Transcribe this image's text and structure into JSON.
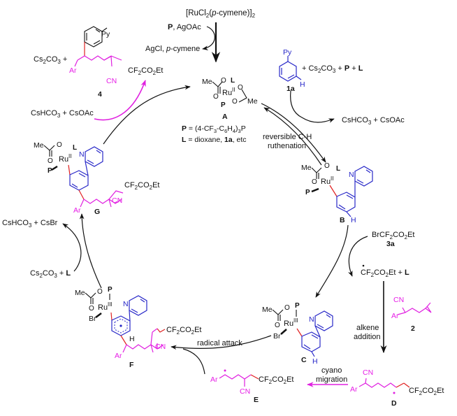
{
  "title": "Proposed catalytic cycle: Ru-catalyzed meta-C–H alkylation with cyano migration",
  "colors": {
    "black": "#111111",
    "magenta": "#e020e0",
    "blue": "#2828c8",
    "red": "#e02020"
  },
  "precatalyst": {
    "formula_prefix": "[RuCl",
    "sub2": "2",
    "formula_mid": "(",
    "pcymene": "p",
    "formula_suffix": "-cymene)]",
    "sub_dimer": "2",
    "reagents_P": "P",
    "reagents_rest": ", AgOAc",
    "byproducts_a": "AgCl, ",
    "byproducts_p": "p",
    "byproducts_b": "-cymene"
  },
  "legend": {
    "P_label": "P",
    "P_def": " = (4-CF",
    "P_sub3": "3",
    "P_def2": "-C",
    "P_sub6": "6",
    "P_def3": "H",
    "P_sub4": "4",
    "P_def4": ")",
    "P_sub3b": "3",
    "P_def5": "P",
    "L_label": "L",
    "L_def": " = dioxane, ",
    "L_1a": "1a",
    "L_etc": ", etc"
  },
  "species": {
    "A": {
      "label": "A",
      "metal": "Ru",
      "ox": "II",
      "ligands": [
        "Me",
        "O",
        "O",
        "L",
        "P",
        "O",
        "O",
        "Me"
      ]
    },
    "B": {
      "label": "B",
      "metal": "Ru",
      "ox": "II",
      "ligands": [
        "Me",
        "O",
        "O",
        "L",
        "P",
        "N",
        "H"
      ]
    },
    "C": {
      "label": "C",
      "metal": "Ru",
      "ox": "III",
      "ligands": [
        "Me",
        "O",
        "O",
        "P",
        "Br",
        "N",
        "H"
      ]
    },
    "D": {
      "label": "D",
      "groups": [
        "Ar",
        "CN",
        "CF2CO2Et"
      ]
    },
    "E": {
      "label": "E",
      "groups": [
        "Ar",
        "CN",
        "CF2CO2Et"
      ]
    },
    "F": {
      "label": "F",
      "metal": "Ru",
      "ox": "III",
      "ligands": [
        "Me",
        "O",
        "O",
        "P",
        "Br",
        "N",
        "H",
        "Ar",
        "CN",
        "CF2CO2Et"
      ]
    },
    "G": {
      "label": "G",
      "metal": "Ru",
      "ox": "II",
      "ligands": [
        "Me",
        "O",
        "O",
        "L",
        "P",
        "N",
        "Ar",
        "CN",
        "CF2CO2Et"
      ]
    },
    "sub1a": {
      "label": "1a",
      "groups": [
        "Py",
        "H"
      ]
    },
    "sub2": {
      "label": "2",
      "groups": [
        "Ar",
        "CN"
      ]
    },
    "sub3a": {
      "label": "3a",
      "formula": "BrCF2CO2Et"
    },
    "prod4": {
      "label": "4",
      "groups": [
        "Py",
        "Ar",
        "CN",
        "CF2CO2Et"
      ]
    }
  },
  "text": {
    "Me": "Me",
    "O": "O",
    "Ru": "Ru",
    "L": "L",
    "P": "P",
    "N": "N",
    "H": "H",
    "Br": "Br",
    "Ar": "Ar",
    "CN": "CN",
    "Py": "Py",
    "II": "II",
    "III": "III",
    "cf2_a": "CF",
    "cf2_b": "2",
    "cf2_c": "CO",
    "cf2_d": "2",
    "cf2_e": "Et",
    "cs2co3_a": "Cs",
    "cs2co3_b": "2",
    "cs2co3_c": "CO",
    "cs2co3_d": "3",
    "plus": "+"
  },
  "reagent_lines": {
    "top_right": {
      "a": "+ Cs",
      "b": "2",
      "c": "CO",
      "d": "3",
      "e": " + ",
      "P": "P",
      "f": " + ",
      "L": "L"
    },
    "A_to_B_out": {
      "a": "CsHCO",
      "b": "3",
      "c": " + CsOAc"
    },
    "G_to_A_out": {
      "a": "CsHCO",
      "b": "3",
      "c": " + CsOAc"
    },
    "product_left": {
      "a": "Cs",
      "b": "2",
      "c": "CO",
      "d": "3",
      "e": " +"
    },
    "F_to_G_in": {
      "a": "Cs",
      "b": "2",
      "c": "CO",
      "d": "3",
      "e": " + ",
      "L": "L"
    },
    "F_to_G_out": {
      "a": "CsHCO",
      "b": "3",
      "c": "  + CsBr"
    },
    "B_to_C_in": {
      "a": "BrCF",
      "b": "2",
      "c": "CO",
      "d": "2",
      "e": "Et"
    },
    "B_to_C_out": {
      "a": "CF",
      "b": "2",
      "c": "CO",
      "d": "2",
      "e": "Et + ",
      "L": "L"
    }
  },
  "step_labels": {
    "reversible_1": "reversible C-H",
    "reversible_2": "ruthenation",
    "alkene_1": "alkene",
    "alkene_2": "addition",
    "cyano_1": "cyano",
    "cyano_2": "migration",
    "radical_attack": "radical attack"
  }
}
